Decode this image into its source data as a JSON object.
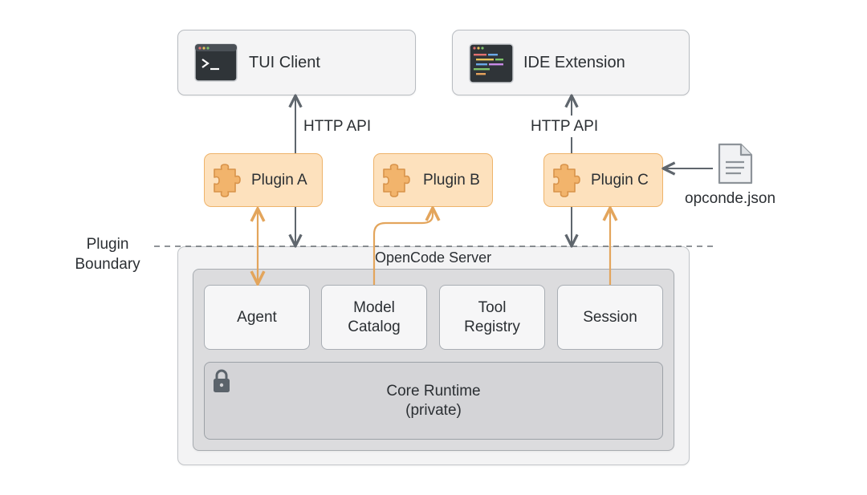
{
  "clients": {
    "tui": {
      "label": "TUI Client"
    },
    "ide": {
      "label": "IDE Extension"
    }
  },
  "http_api_left": "HTTP API",
  "http_api_right": "HTTP API",
  "plugins": {
    "a": {
      "label": "Plugin A"
    },
    "b": {
      "label": "Plugin B"
    },
    "c": {
      "label": "Plugin C"
    }
  },
  "config_file": {
    "label": "opconde.json",
    "icon": "document-icon"
  },
  "boundary": {
    "label_line1": "Plugin",
    "label_line2": "Boundary"
  },
  "server": {
    "title": "OpenCode Server",
    "modules": [
      {
        "line1": "Agent",
        "line2": ""
      },
      {
        "line1": "Model",
        "line2": "Catalog"
      },
      {
        "line1": "Tool",
        "line2": "Registry"
      },
      {
        "line1": "Session",
        "line2": ""
      }
    ],
    "core": {
      "line1": "Core Runtime",
      "line2": "(private)",
      "icon": "lock-icon"
    }
  },
  "colors": {
    "plugin_fill": "#fde1bd",
    "plugin_border": "#eeb36a",
    "plugin_arrow": "#e3a55c",
    "gray_arrow": "#5f666d"
  }
}
